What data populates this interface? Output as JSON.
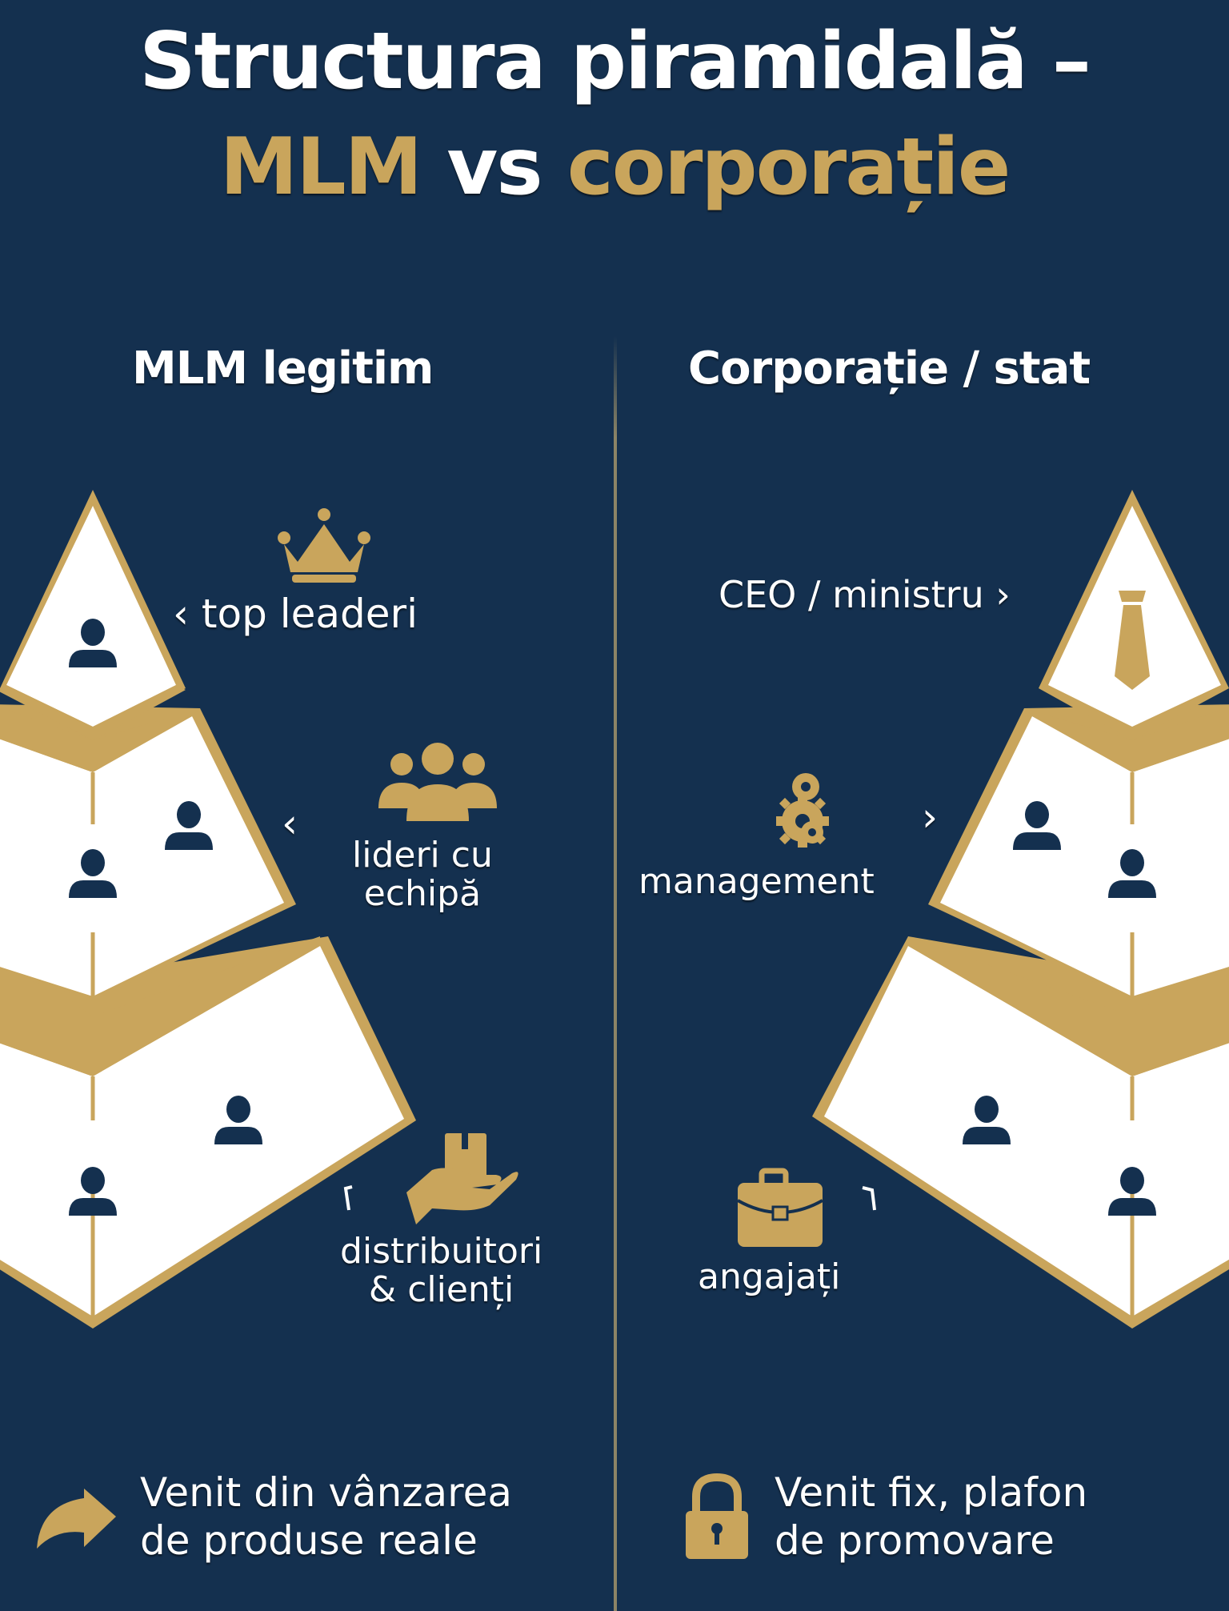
{
  "title": {
    "line1": "Structura piramidală –",
    "line2_part1": "MLM",
    "line2_part2": "vs",
    "line2_part3": "corporație"
  },
  "colors": {
    "background": "#14304f",
    "gold": "#c9a55c",
    "white": "#ffffff",
    "navy_icon": "#14304f"
  },
  "left_column": {
    "heading": "MLM legitim",
    "levels": [
      {
        "label": "top leaderi",
        "icon": "crown-icon",
        "arrow": "chevron-left"
      },
      {
        "label_line1": "lideri cu",
        "label_line2": "echipă",
        "icon": "group-icon",
        "arrow": "chevron-left"
      },
      {
        "label_line1": "distribuitori",
        "label_line2": "& clienți",
        "icon": "hand-box-icon",
        "arrow": "corner-bracket"
      }
    ],
    "footer": {
      "icon": "share-arrow-icon",
      "line1": "Venit din vânzarea",
      "line2": "de produse reale"
    }
  },
  "right_column": {
    "heading": "Corporație / stat",
    "levels": [
      {
        "label": "CEO / ministru",
        "icon": "tie-icon",
        "arrow": "chevron-right"
      },
      {
        "label": "management",
        "icon": "gears-icon",
        "arrow": "chevron-right"
      },
      {
        "label": "angajați",
        "icon": "briefcase-icon",
        "arrow": "corner-bracket"
      }
    ],
    "footer": {
      "icon": "padlock-icon",
      "line1": "Venit fix, plafon",
      "line2": "de promovare"
    }
  },
  "glyphs": {
    "chevron_left": "‹",
    "chevron_right": "›"
  }
}
